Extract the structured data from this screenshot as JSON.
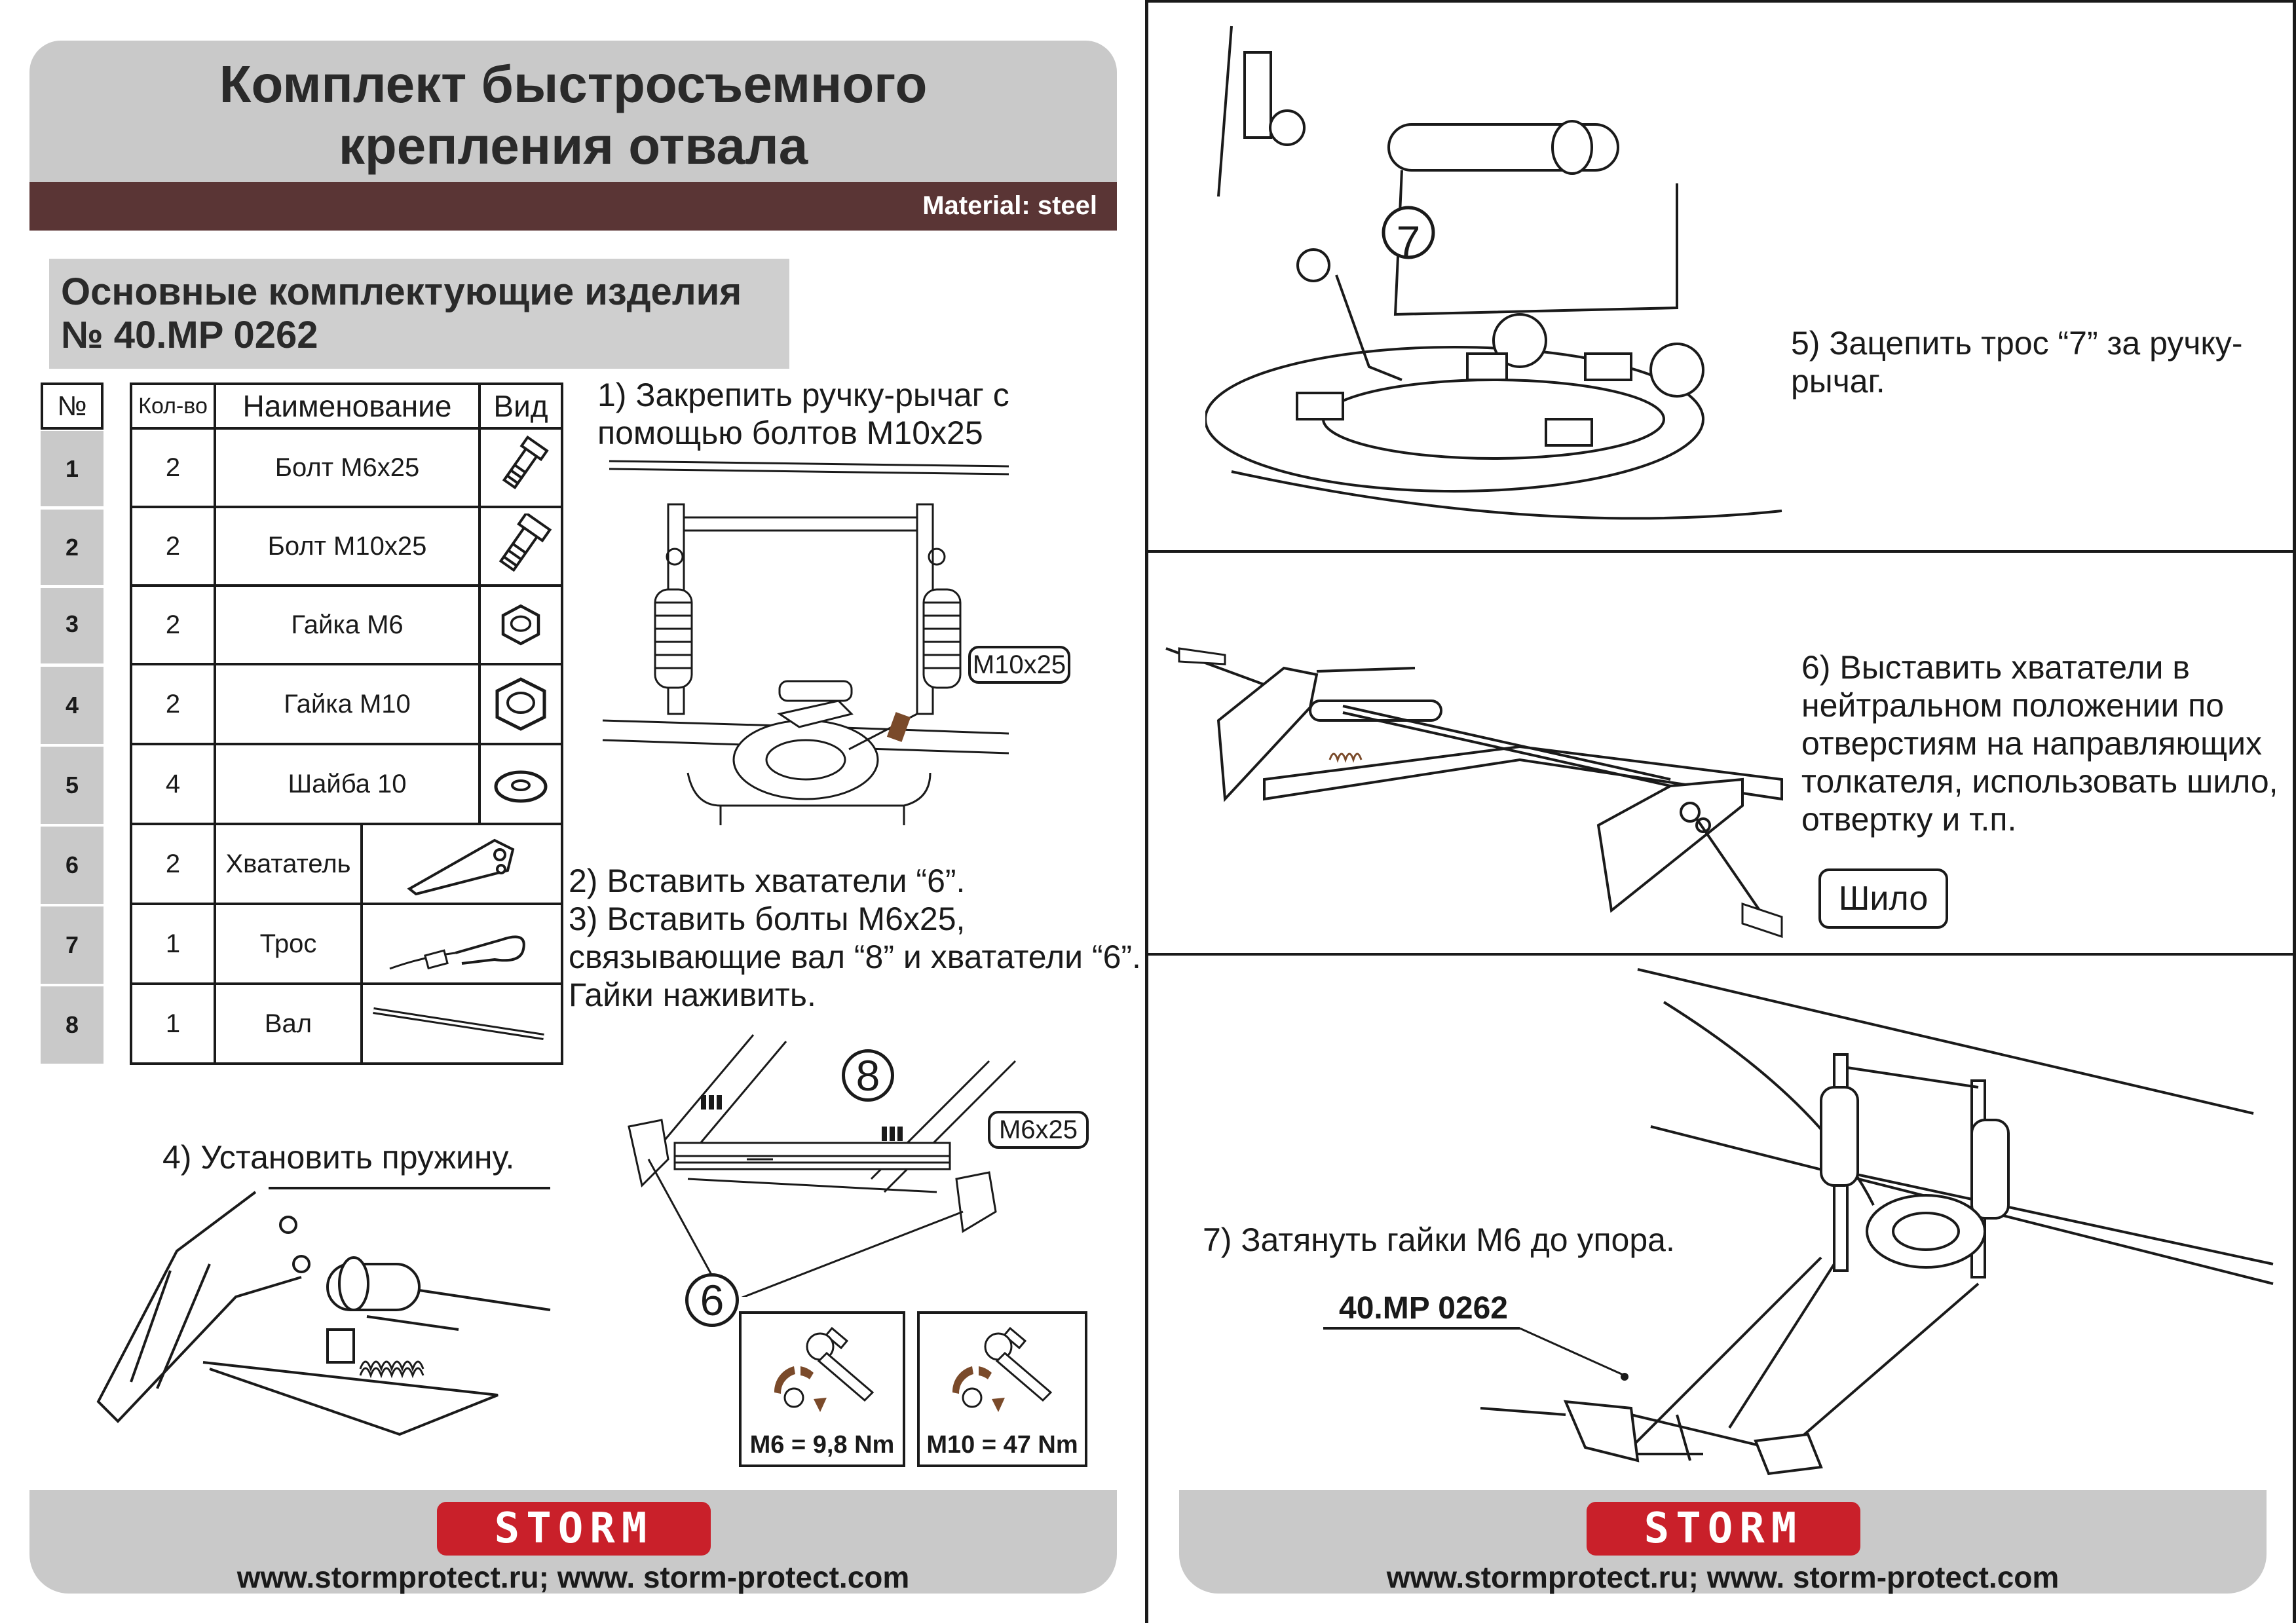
{
  "header": {
    "title_line1": "Комплект быстросъемного",
    "title_line2": "крепления отвала",
    "material": "Material: steel"
  },
  "parts_section": {
    "title_line1": "Основные комплектующие изделия",
    "title_line2": "№ 40.MP 0262"
  },
  "parts_table": {
    "headers": {
      "num": "№",
      "qty": "Кол-во",
      "name": "Наименование",
      "view": "Вид"
    },
    "rows": [
      {
        "num": "1",
        "qty": "2",
        "name": "Болт М6х25",
        "view_icon": "bolt-icon"
      },
      {
        "num": "2",
        "qty": "2",
        "name": "Болт М10х25",
        "view_icon": "bolt-large-icon"
      },
      {
        "num": "3",
        "qty": "2",
        "name": "Гайка М6",
        "view_icon": "nut-icon"
      },
      {
        "num": "4",
        "qty": "2",
        "name": "Гайка М10",
        "view_icon": "nut-large-icon"
      },
      {
        "num": "5",
        "qty": "4",
        "name": "Шайба 10",
        "view_icon": "washer-icon"
      },
      {
        "num": "6",
        "qty": "2",
        "name": "Хвататель",
        "view_icon": "gripper-icon"
      },
      {
        "num": "7",
        "qty": "1",
        "name": "Трос",
        "view_icon": "cable-icon"
      },
      {
        "num": "8",
        "qty": "1",
        "name": "Вал",
        "view_icon": "shaft-icon"
      }
    ]
  },
  "steps": {
    "step1_line1": "1) Закрепить ручку-рычаг с",
    "step1_line2": "помощью болтов М10х25",
    "step2": "2) Вставить хвататели “6”.",
    "step3_line1": "3) Вставить болты М6х25,",
    "step3_line2": "связывающие вал “8” и хвататели “6”.",
    "step3_line3": "Гайки наживить.",
    "step4": "4) Установить пружину.",
    "step5_line1": "5) Зацепить трос “7” за ручку-",
    "step5_line2": "рычаг.",
    "step6_line1": "6) Выставить хвататели в",
    "step6_line2": "нейтральном положении по",
    "step6_line3": "отверстиям на направляющих",
    "step6_line4": "толкателя, использовать шило,",
    "step6_line5": "отвертку и т.п.",
    "step7": "7) Затянуть гайки М6 до упора."
  },
  "callouts": {
    "m10x25": "М10х25",
    "m6x25": "М6х25",
    "awl": "Шило",
    "part7": "7",
    "part8": "8",
    "part6": "6",
    "part_number": "40.MP 0262"
  },
  "torque": {
    "m6": "М6 =  9,8 Nm",
    "m10": "М10 =  47 Nm"
  },
  "footer": {
    "logo": "STORM",
    "urls": "www.stormprotect.ru; www. storm-protect.com"
  },
  "colors": {
    "header_gray": "#c9c9c9",
    "material_bar": "#5a3535",
    "logo_red": "#c9202a",
    "arrow_brown": "#7a4a2a"
  }
}
